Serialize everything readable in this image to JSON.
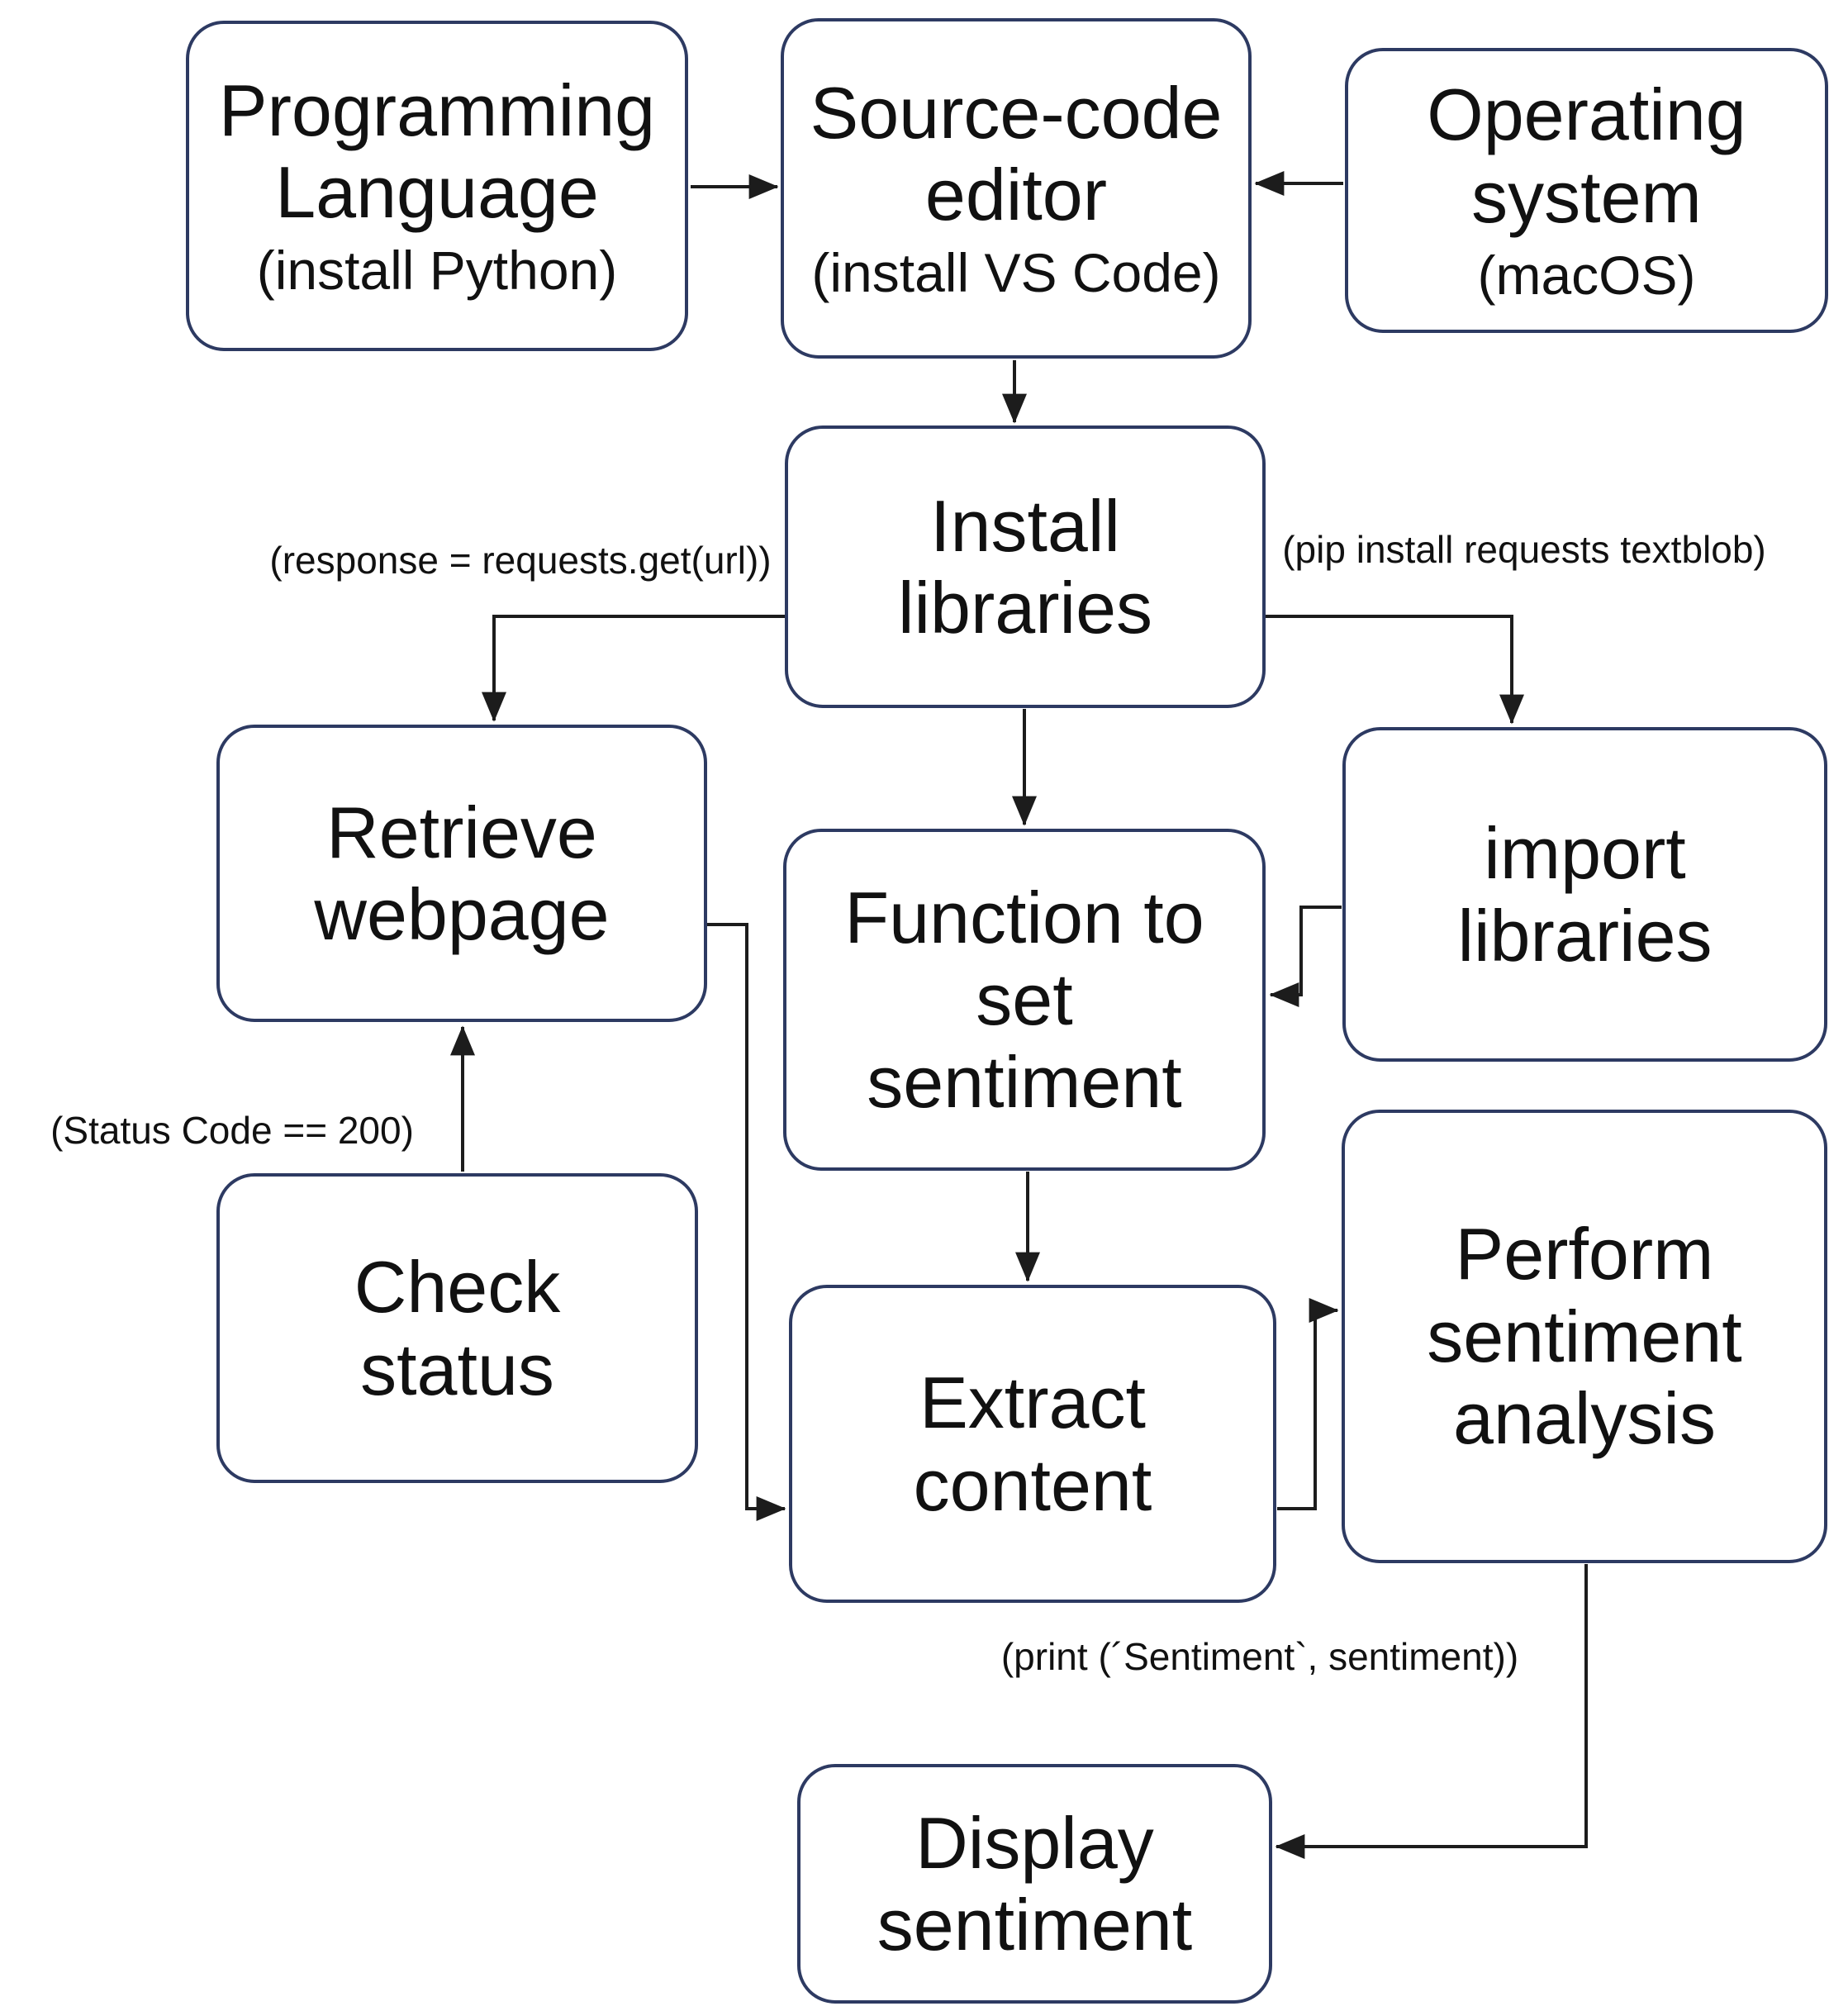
{
  "diagram": {
    "type": "flowchart",
    "colors": {
      "background": "#ffffff",
      "box_border": "#2d3a62",
      "connector": "#1c1c1c",
      "text": "#111111"
    },
    "nodes": {
      "programming_language": {
        "lines": [
          "Programming",
          "Language"
        ],
        "subtitle": "(install Python)"
      },
      "source_code_editor": {
        "lines": [
          "Source-code",
          "editor"
        ],
        "subtitle": "(install VS Code)"
      },
      "operating_system": {
        "lines": [
          "Operating",
          "system"
        ],
        "subtitle": "(macOS)"
      },
      "install_libraries": {
        "lines": [
          "Install",
          "libraries"
        ]
      },
      "retrieve_webpage": {
        "lines": [
          "Retrieve",
          "webpage"
        ]
      },
      "function_to_set_sentiment": {
        "lines": [
          "Function to",
          "set",
          "sentiment"
        ]
      },
      "import_libraries": {
        "lines": [
          "import",
          "libraries"
        ]
      },
      "check_status": {
        "lines": [
          "Check",
          "status"
        ]
      },
      "extract_content": {
        "lines": [
          "Extract",
          "content"
        ]
      },
      "perform_sentiment_analysis": {
        "lines": [
          "Perform",
          "sentiment",
          "analysis"
        ]
      },
      "display_sentiment": {
        "lines": [
          "Display",
          "sentiment"
        ]
      }
    },
    "edges": [
      {
        "from": "programming_language",
        "to": "source_code_editor",
        "label": ""
      },
      {
        "from": "operating_system",
        "to": "source_code_editor",
        "label": ""
      },
      {
        "from": "source_code_editor",
        "to": "install_libraries",
        "label": ""
      },
      {
        "from": "install_libraries",
        "to": "retrieve_webpage",
        "label": "(response = requests.get(url))"
      },
      {
        "from": "install_libraries",
        "to": "import_libraries",
        "label": "(pip install requests textblob)"
      },
      {
        "from": "install_libraries",
        "to": "function_to_set_sentiment",
        "label": ""
      },
      {
        "from": "import_libraries",
        "to": "function_to_set_sentiment",
        "label": ""
      },
      {
        "from": "function_to_set_sentiment",
        "to": "extract_content",
        "label": ""
      },
      {
        "from": "retrieve_webpage",
        "to": "extract_content",
        "label": ""
      },
      {
        "from": "check_status",
        "to": "retrieve_webpage",
        "label": "(Status Code == 200)"
      },
      {
        "from": "extract_content",
        "to": "perform_sentiment_analysis",
        "label": ""
      },
      {
        "from": "perform_sentiment_analysis",
        "to": "display_sentiment",
        "label": "(print (´Sentiment`, sentiment))"
      }
    ]
  }
}
